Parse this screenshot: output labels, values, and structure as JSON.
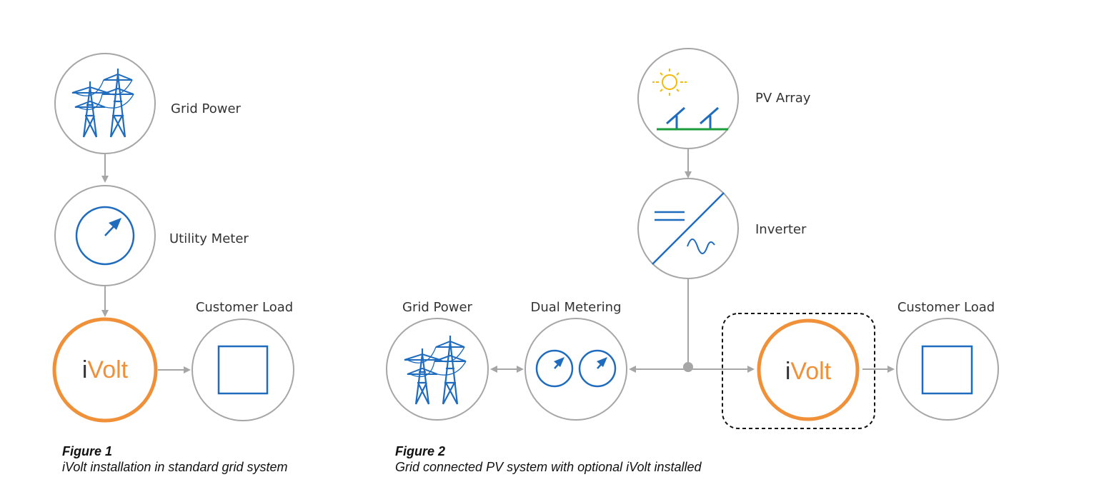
{
  "colors": {
    "circle_stroke": "#a6a6a6",
    "connector": "#a6a6a6",
    "icon_blue": "#1f6cbf",
    "ivolt_orange": "#f0913a",
    "sun_yellow": "#f5b90a",
    "ground_green": "#1c9c3c",
    "dashed_box": "#111111"
  },
  "figure1": {
    "nodes": {
      "grid_power": {
        "label": "Grid Power",
        "icon": "transmission-tower-icon"
      },
      "utility_meter": {
        "label": "Utility Meter",
        "icon": "meter-gauge-icon"
      },
      "ivolt": {
        "label_i": "i",
        "label_rest": "Volt"
      },
      "customer_load": {
        "label": "Customer Load",
        "icon": "load-square-icon"
      }
    },
    "caption": {
      "title": "Figure 1",
      "subtitle": "iVolt installation in standard grid system"
    }
  },
  "figure2": {
    "nodes": {
      "pv_array": {
        "label": "PV Array",
        "icon": "solar-panel-icon"
      },
      "inverter": {
        "label": "Inverter",
        "icon": "inverter-icon"
      },
      "grid_power": {
        "label": "Grid Power",
        "icon": "transmission-tower-icon"
      },
      "dual_metering": {
        "label": "Dual Metering",
        "icon": "dual-meter-icon"
      },
      "ivolt": {
        "label_i": "i",
        "label_rest": "Volt",
        "optional": true
      },
      "customer_load": {
        "label": "Customer Load",
        "icon": "load-square-icon"
      }
    },
    "caption": {
      "title": "Figure 2",
      "subtitle": "Grid connected PV system with optional iVolt installed"
    }
  }
}
